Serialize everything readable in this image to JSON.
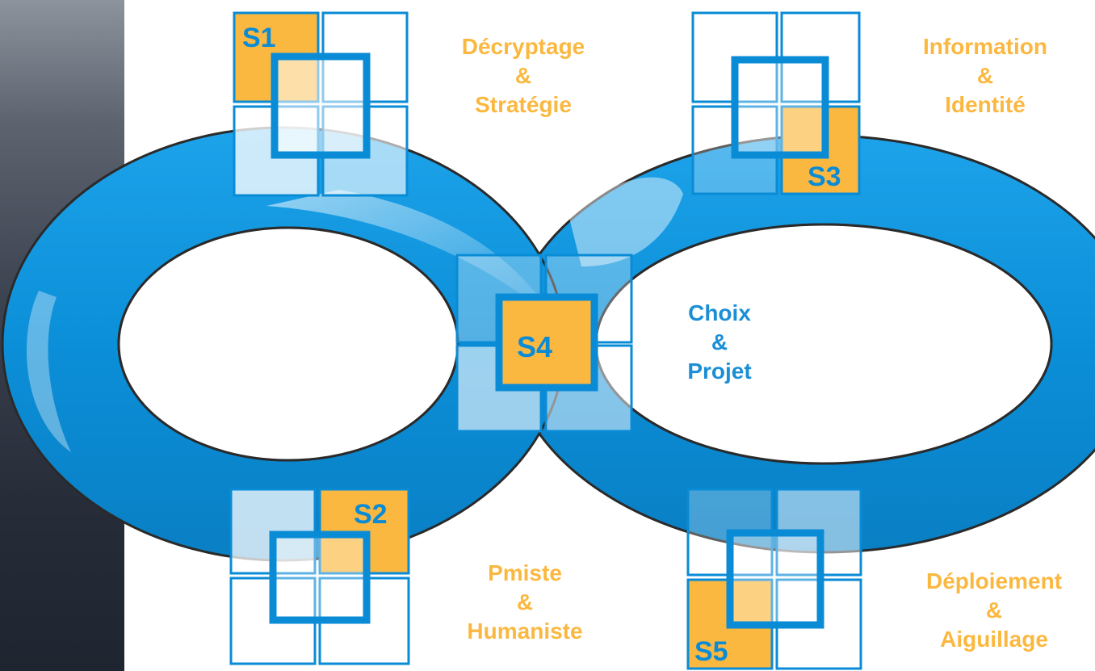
{
  "colors": {
    "ring": "#0b8fd8",
    "ring_outline": "#2a2a2a",
    "accent": "#fbb840",
    "outline_blue": "#0a8bd6",
    "label_orange": "#fbb840",
    "center_label": "#1b8fd6",
    "sidebar_top": "#8d939c",
    "sidebar_bottom": "#1f2530"
  },
  "stages": [
    {
      "code": "S1",
      "line1": "Décryptage",
      "line2": "&",
      "line3": "Stratégie"
    },
    {
      "code": "S2",
      "line1": "Pmiste",
      "line2": "&",
      "line3": "Humaniste"
    },
    {
      "code": "S3",
      "line1": "Information",
      "line2": "&",
      "line3": "Identité"
    },
    {
      "code": "S4",
      "line1": "Choix",
      "line2": "&",
      "line3": "Projet"
    },
    {
      "code": "S5",
      "line1": "Déploiement",
      "line2": "&",
      "line3": "Aiguillage"
    }
  ]
}
